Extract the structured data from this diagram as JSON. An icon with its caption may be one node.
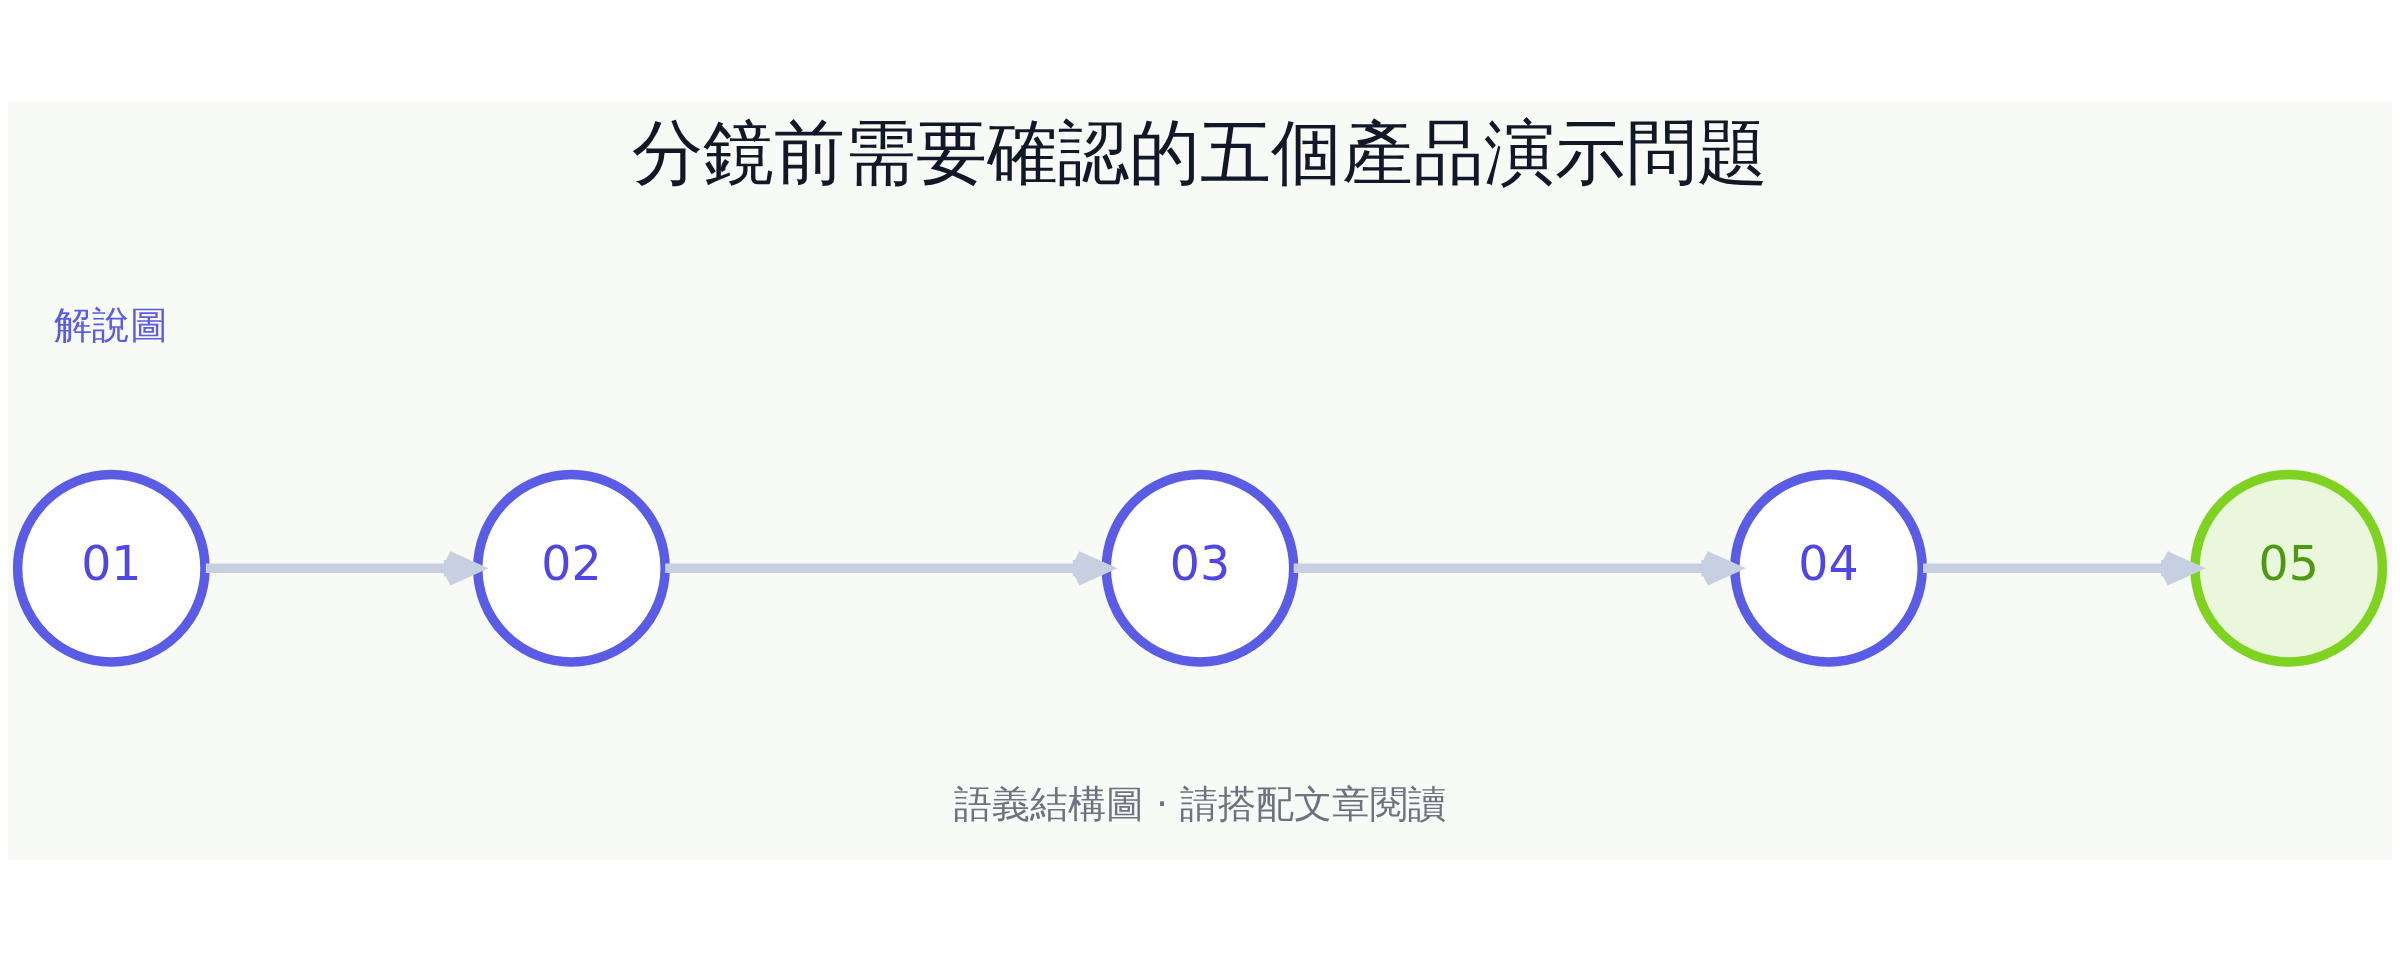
{
  "diagram": {
    "title": "分鏡前需要確認的五個產品演示問題",
    "nodes": [
      {
        "text": [
          "01"
        ]
      },
      {
        "text": [
          "02"
        ]
      },
      {
        "text": [
          "03"
        ]
      },
      {
        "text": [
          "04"
        ]
      },
      {
        "text": [
          "05"
        ]
      }
    ],
    "edges": [
      {
        "from": 0,
        "to": 1,
        "arrow": "to"
      },
      {
        "from": 1,
        "to": 2,
        "arrow": "to"
      },
      {
        "from": 2,
        "to": 3,
        "arrow": "to"
      },
      {
        "from": 3,
        "to": 4,
        "arrow": "to"
      }
    ],
    "labels": [
      "解說圖",
      "語義結構圖 · 請搭配文章閱讀"
    ]
  }
}
